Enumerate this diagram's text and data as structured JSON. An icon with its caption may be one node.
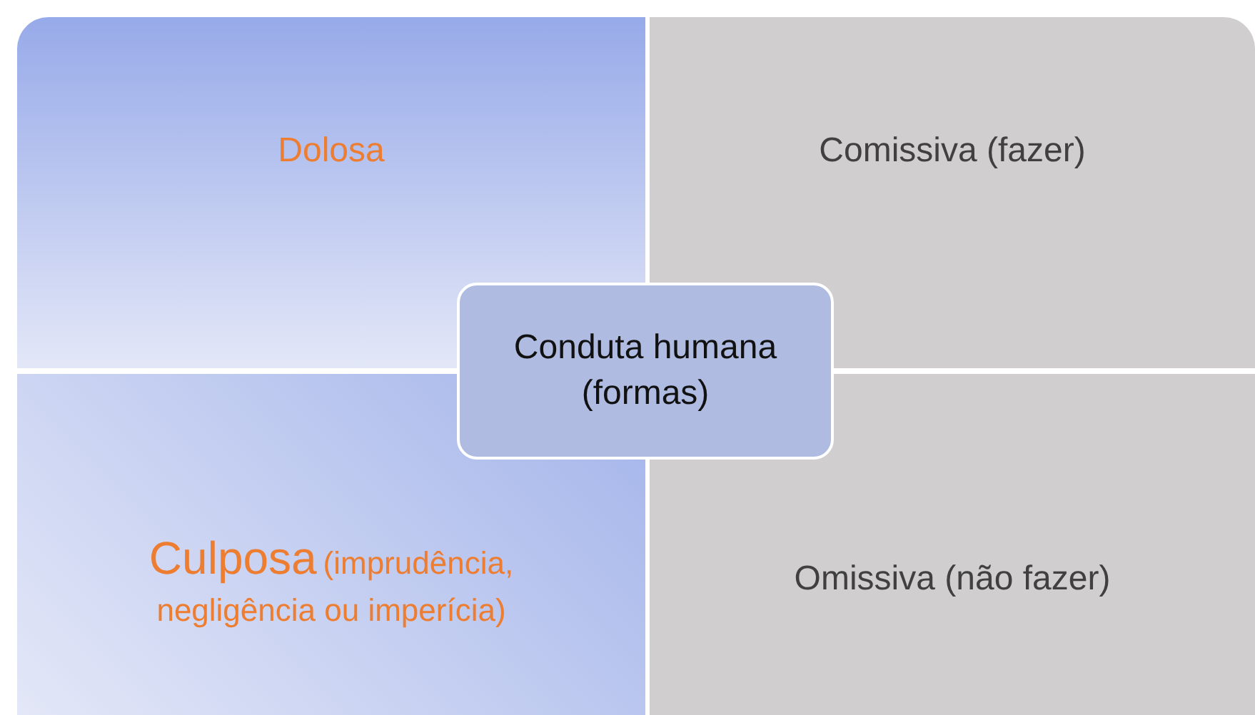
{
  "diagram": {
    "nodes": [
      {
        "text": [
          "Dolosa"
        ]
      },
      {
        "text": [
          "Comissiva (fazer)"
        ]
      },
      {
        "text": [
          "Culposa",
          "(imprudência, negligência ou imperícia)"
        ]
      },
      {
        "text": [
          "Omissiva (não fazer)"
        ]
      },
      {
        "text": [
          "Conduta humana (formas)"
        ]
      }
    ],
    "edges": []
  }
}
